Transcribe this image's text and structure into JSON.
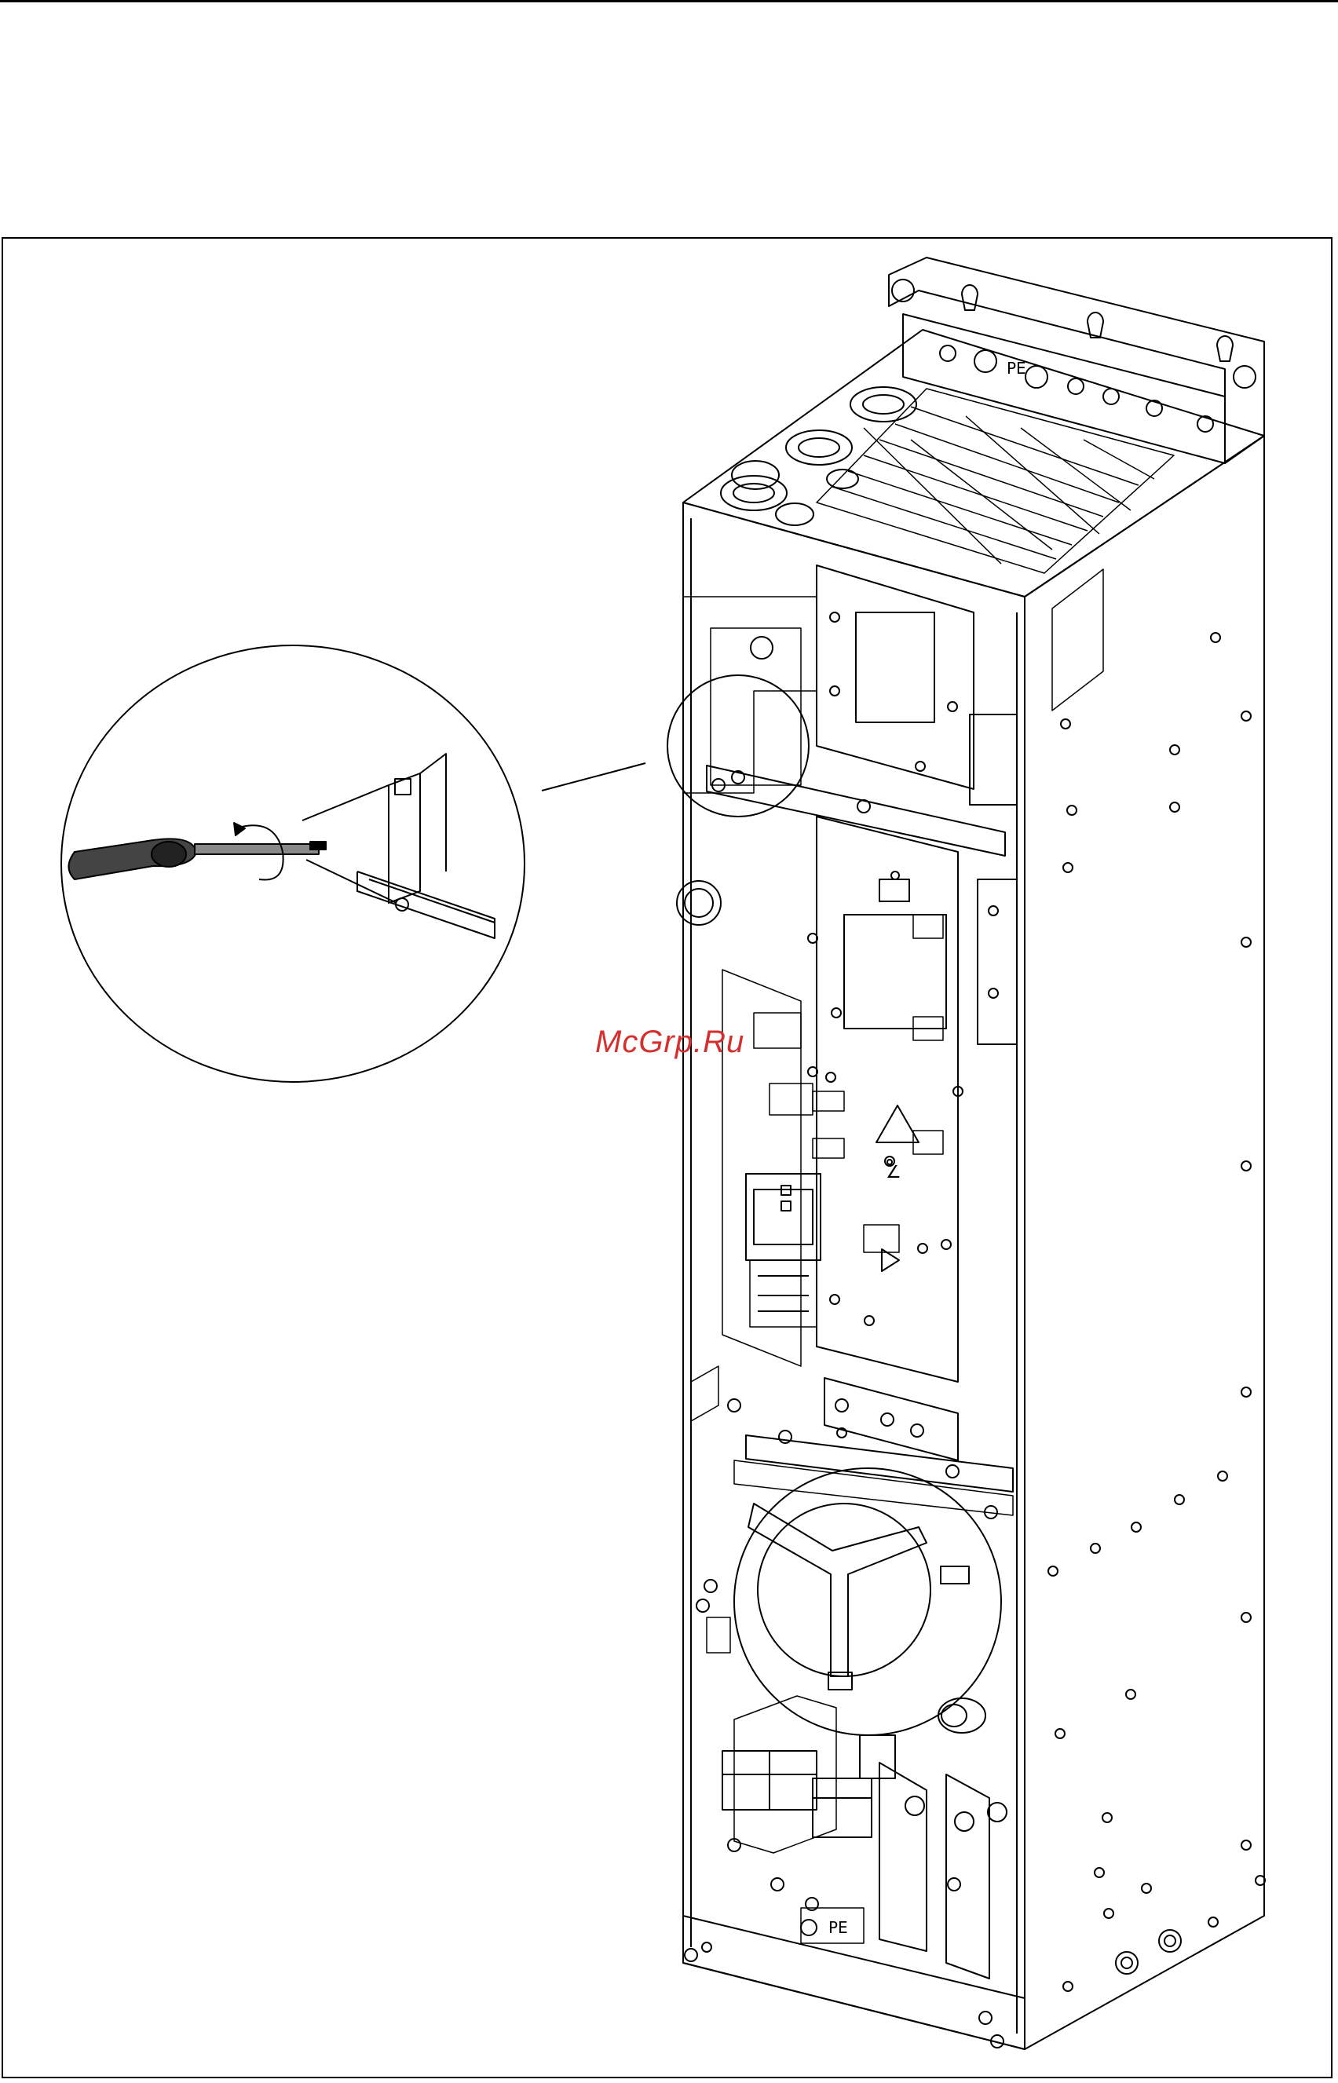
{
  "watermark": {
    "text": "McGrp.Ru",
    "color": "#d3302f"
  },
  "labels": {
    "pe_top": "PE",
    "pe_bottom": "PE"
  },
  "icons": [
    "screwdriver-icon",
    "rotation-arrow-icon",
    "warning-triangle-icon"
  ]
}
